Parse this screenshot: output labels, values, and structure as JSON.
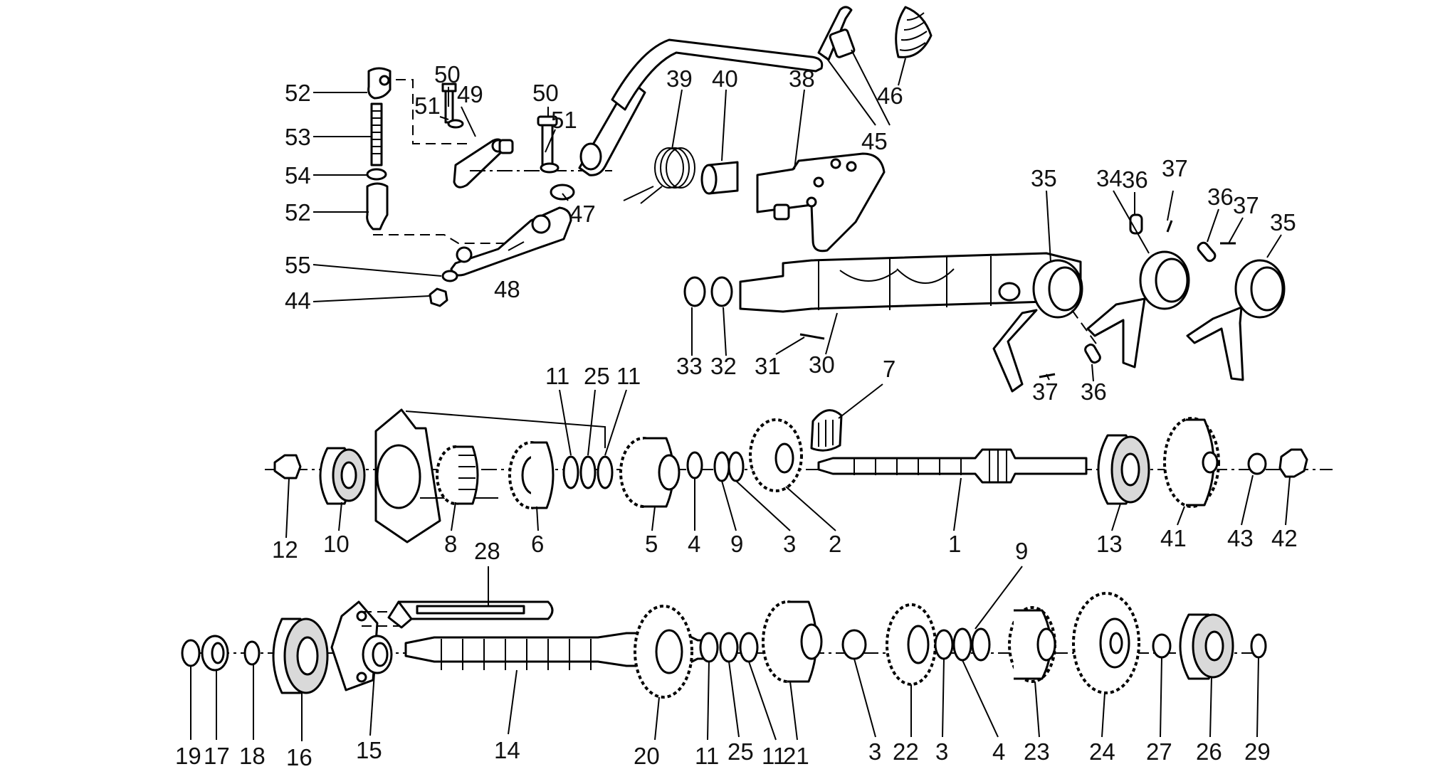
{
  "diagram": {
    "callouts": [
      "52",
      "53",
      "54",
      "52",
      "55",
      "44",
      "50",
      "51",
      "49",
      "50",
      "51",
      "47",
      "48",
      "39",
      "40",
      "38",
      "46",
      "45",
      "35",
      "34",
      "36",
      "37",
      "36",
      "37",
      "35",
      "33",
      "32",
      "31",
      "30",
      "37",
      "36",
      "7",
      "11",
      "25",
      "11",
      "12",
      "10",
      "8",
      "6",
      "5",
      "4",
      "9",
      "3",
      "2",
      "1",
      "13",
      "41",
      "43",
      "42",
      "9",
      "28",
      "19",
      "17",
      "18",
      "16",
      "15",
      "14",
      "20",
      "11",
      "25",
      "11",
      "21",
      "3",
      "22",
      "3",
      "4",
      "23",
      "24",
      "27",
      "26",
      "29"
    ]
  }
}
